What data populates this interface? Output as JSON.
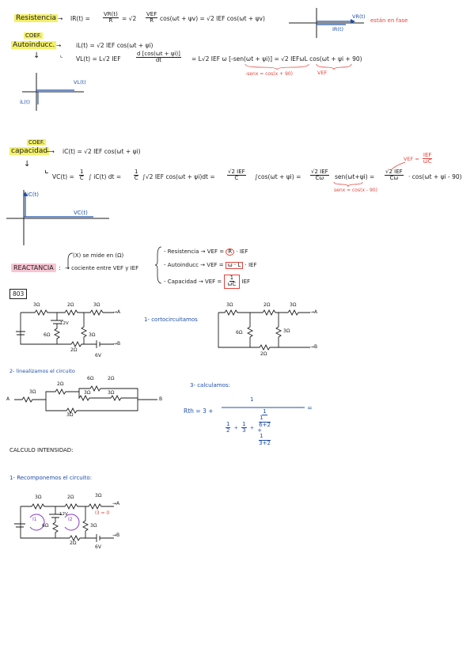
{
  "resistencia": {
    "label": "Resistencia",
    "eq1": "IR(t) =",
    "f1_num": "VR(t)",
    "f1_den": "R",
    "eq2": "= √2",
    "f2_num": "VEF",
    "f2_den": "R",
    "eq3": "cos(ωt + ψv) = √2 IEF cos(ωt + ψv)",
    "axis_label_v": "VR(t)",
    "axis_label_i": "IR(t)",
    "note": "están en fase"
  },
  "autoinduccion": {
    "label_top": "COEF.",
    "label": "Autoinducc.",
    "eq_i": "iL(t) = √2 IEF cos(ωt + ψi)",
    "eq_v1": "VL(t) = L√2 IEF",
    "f_num": "d [cos(ωt + ψi)]",
    "f_den": "dt",
    "eq_v2": "= L√2 IEF ω [-sen(ωt + ψi)] = √2 IEFωL cos(ωt + ψi + 90)",
    "note_sen": "-senx = cos(x + 90)",
    "note_vef": "VEF",
    "axis_label_v": "VL(t)",
    "axis_label_i": "iL(t)"
  },
  "capacidad": {
    "label_top": "COEF.",
    "label": "capacidad",
    "eq_i": "iC(t) = √2 IEF cos(ωt + ψi)",
    "eq_v1": "VC(t) =",
    "eq_v2": "∫ iC(t) dt =",
    "eq_v3": "∫√2 IEF cos(ωt + ψi)dt =",
    "eq_v4": "∫cos(ωt + ψi) =",
    "eq_v5": "sen(ωt+ψi) =",
    "eq_v6": "· cos(ωt + ψi - 90)",
    "note_vef": "VEF =",
    "note_vef_num": "IEF",
    "note_vef_den": "ωC",
    "note_sen": "senx = cos(x - 90)",
    "axis_label_i": "iC(t)",
    "axis_label_v": "VC(t)"
  },
  "reactancia": {
    "label": "REACTANCIA",
    "line1": "(X) se mide en (Ω)",
    "line2": "→ cociente entre VEF y IEF",
    "item1": "- Resistencia → VEF = R · IEF",
    "item2_a": "- Autoinducc → VEF =",
    "item2_box": "ω · L",
    "item2_b": "· IEF",
    "item3_a": "- Capacidad → VEF =",
    "item3_num": "1",
    "item3_den": "ωC",
    "item3_b": "IEF"
  },
  "problem": {
    "number": "803",
    "step1": "1- cortocircuitamos",
    "step2": "2- linealizamos el circuito",
    "step3": "3- calculamos:",
    "rth_label": "Rth = 3 +",
    "rth_num": "1",
    "calc_title": "CALCULO INTENSIDAD:",
    "step4": "1- Recomponemos el circuito:"
  },
  "circuit": {
    "r3": "3Ω",
    "r2": "2Ω",
    "r6": "6Ω",
    "v12": "12V",
    "v6": "6V",
    "node_a": "A",
    "node_b": "B",
    "i1": "I1",
    "i2": "I2",
    "i3": "I3 = 0"
  }
}
